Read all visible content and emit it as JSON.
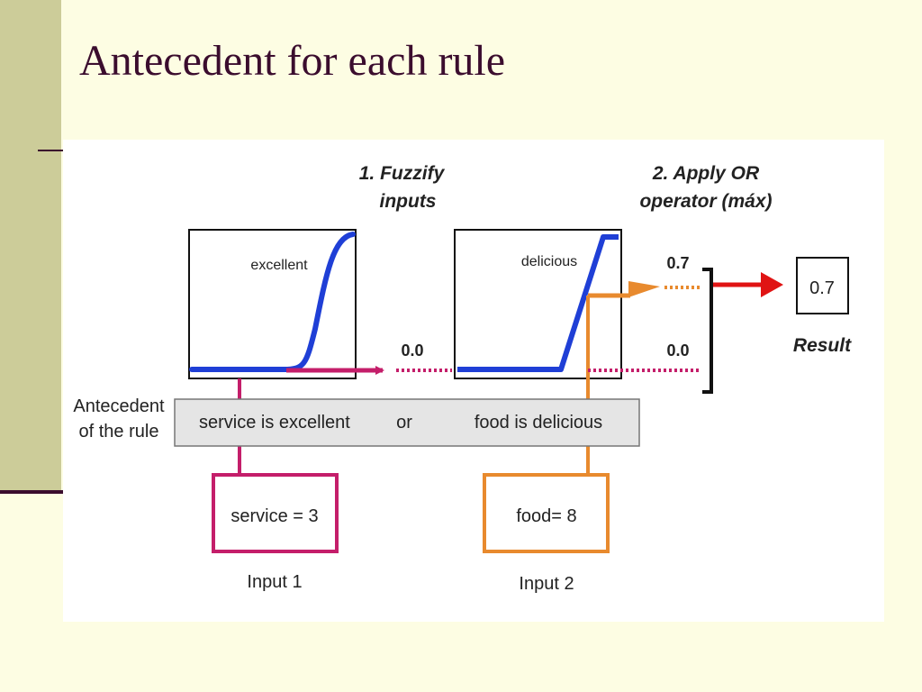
{
  "slide": {
    "title": "Antecedent for each rule"
  },
  "diagram": {
    "step1": {
      "line1": "1. Fuzzify",
      "line2": "inputs"
    },
    "step2": {
      "line1": "2. Apply OR",
      "line2": "operator (máx)"
    },
    "mf1": {
      "label": "excellent",
      "degree": 0.0,
      "degree_text": "0.0"
    },
    "mf2": {
      "label": "delicious",
      "degree": 0.7,
      "degree_text": "0.7"
    },
    "or_degree_text": "0.0",
    "antecedent": {
      "label_line1": "Antecedent",
      "label_line2": "of the rule",
      "clause1": "service is excellent",
      "connector": "or",
      "clause2": "food is delicious"
    },
    "input1": {
      "value_text": "service = 3",
      "caption": "Input 1",
      "color": "#c41e6a"
    },
    "input2": {
      "value_text": "food= 8",
      "caption": "Input 2",
      "color": "#e88a2e"
    },
    "result": {
      "value_text": "0.7",
      "caption": "Result",
      "color": "#e01414"
    },
    "colors": {
      "membership_curve": "#1f3fd6",
      "box_fill": "#e5e5e5"
    }
  }
}
